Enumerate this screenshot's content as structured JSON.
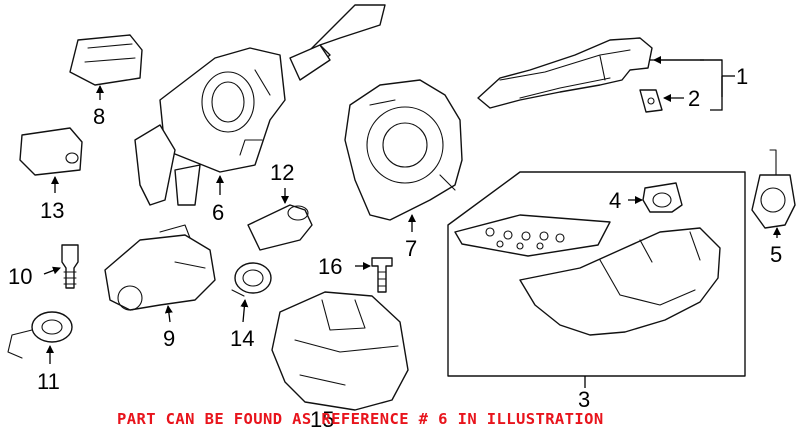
{
  "callouts": {
    "c1": "1",
    "c2": "2",
    "c3": "3",
    "c4": "4",
    "c5": "5",
    "c6": "6",
    "c7": "7",
    "c8": "8",
    "c9": "9",
    "c10": "10",
    "c11": "11",
    "c12": "12",
    "c13": "13",
    "c14": "14",
    "c15": "15",
    "c16": "16"
  },
  "caption": "PART CAN BE FOUND AS REFERENCE # 6 IN ILLUSTRATION",
  "colors": {
    "caption": "#e8141c",
    "linework": "#111111",
    "background": "#ffffff"
  }
}
